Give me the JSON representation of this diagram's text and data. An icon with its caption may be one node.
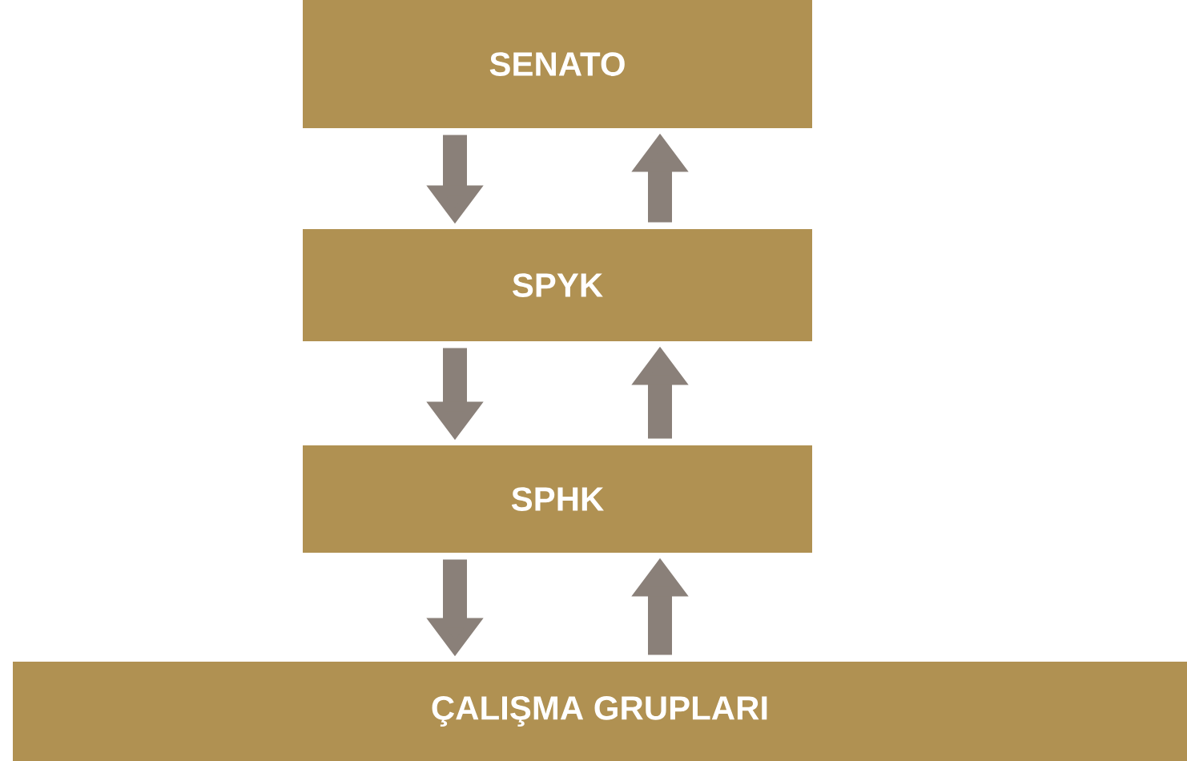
{
  "diagram": {
    "nodes": [
      {
        "text": [
          "SENATO"
        ]
      },
      {
        "text": [
          "SPYK"
        ]
      },
      {
        "text": [
          "SPHK"
        ]
      },
      {
        "text": [
          "ÇALIŞMA GRUPLARI"
        ]
      }
    ],
    "edges": [
      {
        "from": 0,
        "to": 1,
        "arrow": "to"
      },
      {
        "from": 1,
        "to": 0,
        "arrow": "to"
      },
      {
        "from": 1,
        "to": 2,
        "arrow": "to"
      },
      {
        "from": 2,
        "to": 1,
        "arrow": "to"
      },
      {
        "from": 2,
        "to": 3,
        "arrow": "to"
      },
      {
        "from": 3,
        "to": 2,
        "arrow": "to"
      }
    ]
  }
}
